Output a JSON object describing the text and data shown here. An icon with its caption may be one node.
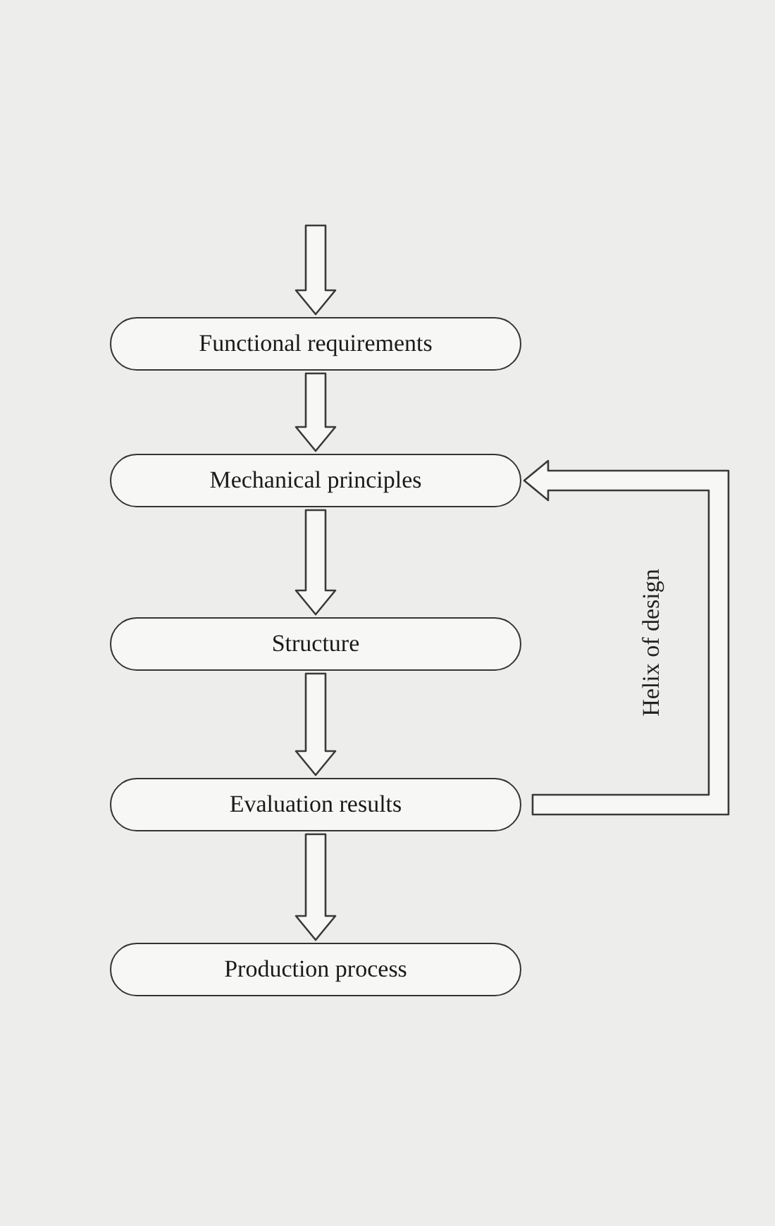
{
  "diagram": {
    "nodes": [
      {
        "text": [
          "Functional requirements"
        ]
      },
      {
        "text": [
          "Mechanical principles"
        ]
      },
      {
        "text": [
          "Structure"
        ]
      },
      {
        "text": [
          "Evaluation results"
        ]
      },
      {
        "text": [
          "Production process"
        ]
      }
    ],
    "edges": [
      {
        "from": null,
        "to": 0,
        "arrow": "to"
      },
      {
        "from": 0,
        "to": 1,
        "arrow": "to"
      },
      {
        "from": 1,
        "to": 2,
        "arrow": "to"
      },
      {
        "from": 2,
        "to": 3,
        "arrow": "to"
      },
      {
        "from": 3,
        "to": 4,
        "arrow": "to"
      },
      {
        "from": 3,
        "to": 1,
        "arrow": "to",
        "label": "Helix of design"
      }
    ]
  }
}
